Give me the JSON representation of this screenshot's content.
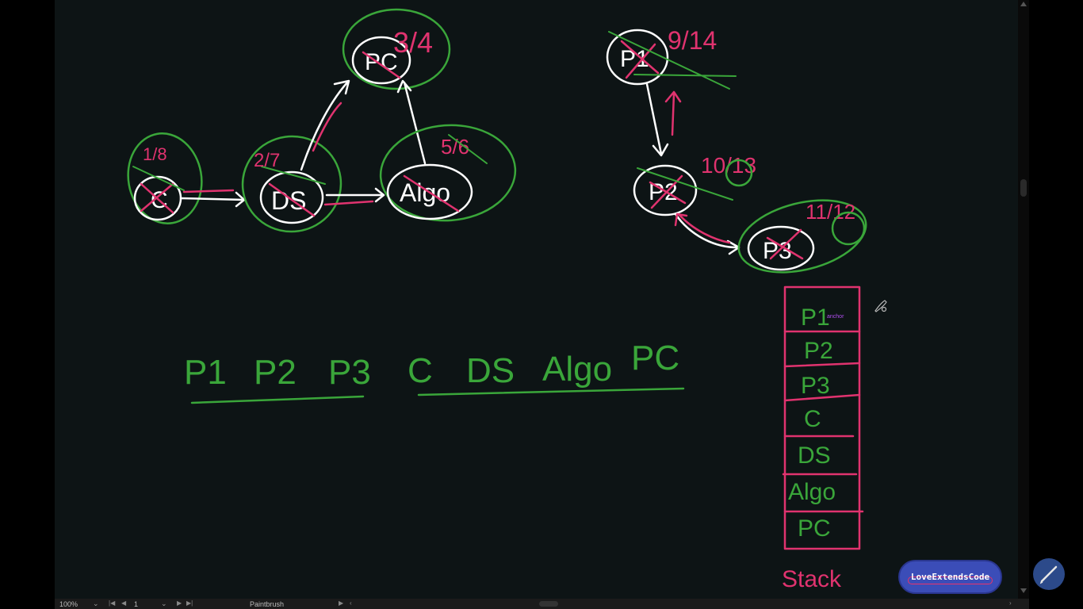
{
  "board": {
    "graph_left": {
      "nodes": [
        {
          "id": "C",
          "label": "C",
          "times": "1/8"
        },
        {
          "id": "DS",
          "label": "DS",
          "times": "2/7"
        },
        {
          "id": "PC",
          "label": "PC",
          "times": "3/4"
        },
        {
          "id": "Algo",
          "label": "Algo",
          "times": "5/6"
        }
      ]
    },
    "graph_right": {
      "nodes": [
        {
          "id": "P1",
          "label": "P1",
          "times": "9/14"
        },
        {
          "id": "P2",
          "label": "P2",
          "times": "10/13"
        },
        {
          "id": "P3",
          "label": "P3",
          "times": "11/12"
        }
      ]
    },
    "topo_order": {
      "group1": [
        "P1",
        "P2",
        "P3"
      ],
      "group2": [
        "C",
        "DS",
        "Algo",
        "PC"
      ]
    },
    "stack": {
      "items": [
        "P1",
        "P2",
        "P3",
        "C",
        "DS",
        "Algo",
        "PC"
      ],
      "label": "Stack",
      "anchor_tag": "anchor"
    },
    "colors": {
      "background": "#0d1415",
      "white_ink": "#ffffff",
      "green_ink": "#3aa63a",
      "pink_ink": "#e0336f"
    }
  },
  "badge": {
    "text": "LoveExtendsCode"
  },
  "statusbar": {
    "zoom": "100%",
    "page": "1",
    "tool": "Paintbrush"
  },
  "icons": [
    "pen-icon",
    "brush-cursor-icon",
    "chevron-down-icon",
    "first-page-icon",
    "prev-page-icon",
    "next-page-icon",
    "last-page-icon"
  ]
}
